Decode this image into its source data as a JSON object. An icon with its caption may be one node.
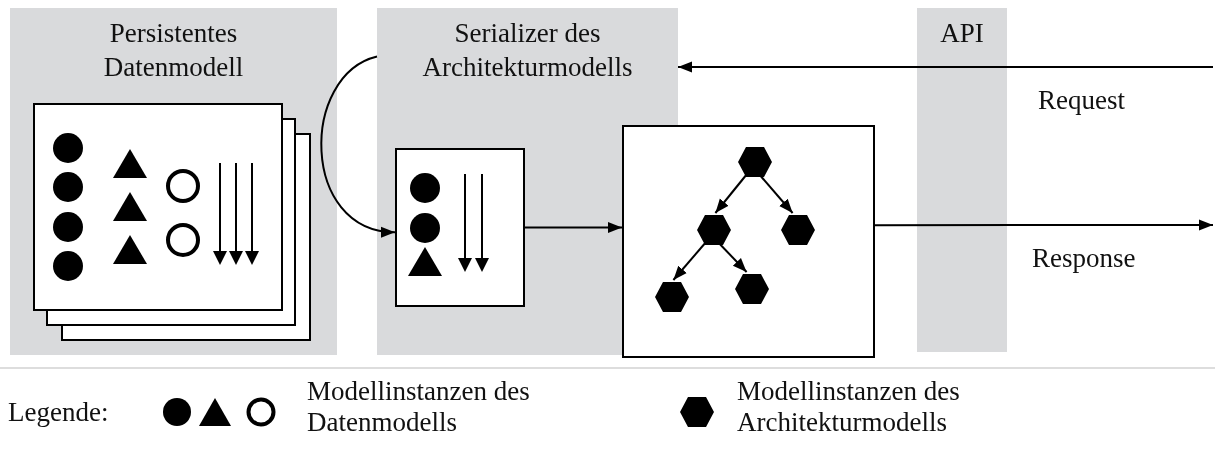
{
  "diagram": {
    "nodes": [
      {
        "text": [
          "Persistentes Datenmodell"
        ]
      },
      {
        "text": [],
        "shape": "box",
        "in": 0
      },
      {
        "text": [
          "Serializer des Architekturmodells"
        ]
      },
      {
        "text": [],
        "shape": "box",
        "in": 2
      },
      {
        "text": [],
        "shape": "box"
      },
      {
        "text": [],
        "shape": "hexagon",
        "in": 4
      },
      {
        "text": [],
        "shape": "hexagon",
        "in": 4
      },
      {
        "text": [],
        "shape": "hexagon",
        "in": 4
      },
      {
        "text": [],
        "shape": "hexagon",
        "in": 4
      },
      {
        "text": [],
        "shape": "hexagon",
        "in": 4
      },
      {
        "text": [
          "API"
        ]
      }
    ],
    "edges": [
      {
        "from": 2,
        "to": 3,
        "arrow": "to"
      },
      {
        "from": 3,
        "to": 4,
        "arrow": "to"
      },
      {
        "from": 5,
        "to": 6,
        "arrow": "to"
      },
      {
        "from": 5,
        "to": 7,
        "arrow": "to"
      },
      {
        "from": 6,
        "to": 8,
        "arrow": "to"
      },
      {
        "from": 6,
        "to": 9,
        "arrow": "to"
      },
      {
        "from": null,
        "to": 2,
        "arrow": "to",
        "label": "Request"
      },
      {
        "from": 4,
        "to": null,
        "arrow": "to",
        "label": "Response"
      }
    ],
    "labels": [
      "Legende:"
    ],
    "legend": [
      {
        "text": "Modellinstanzen des Datenmodells"
      },
      {
        "text": "Modellinstanzen des Architekturmodells"
      }
    ]
  }
}
